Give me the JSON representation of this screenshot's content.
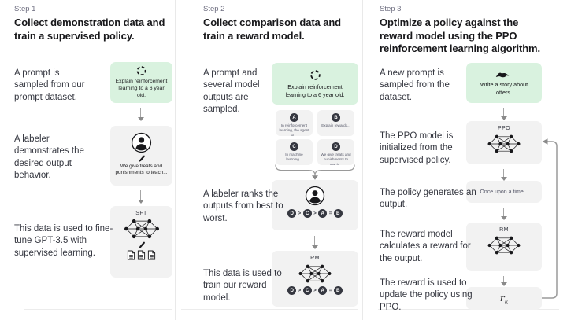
{
  "colors": {
    "background": "#ffffff",
    "green_box": "#d9f2df",
    "gray_box": "#f2f2f2",
    "heading_text": "#18181b",
    "body_text": "#353740",
    "step_text": "#6e6e80",
    "arrow": "#8a8a8a"
  },
  "col1": {
    "step": "Step 1",
    "heading": "Collect demonstration data and train a supervised policy.",
    "label_prompt": "A prompt is sampled from our prompt dataset.",
    "label_labeler": "A labeler demonstrates the desired output behavior.",
    "label_finetune": "This data is used to fine-tune GPT-3.5 with supervised learning.",
    "prompt_caption": "Explain reinforcement learning to a 6 year old.",
    "labeler_caption": "We give treats and punishments to teach...",
    "sft_label": "SFT"
  },
  "col2": {
    "step": "Step 2",
    "heading": "Collect comparison data and train a reward model.",
    "label_prompt": "A prompt and several model outputs are sampled.",
    "label_rank": "A labeler ranks the outputs from best to worst.",
    "label_train": "This data is used to train our reward model.",
    "prompt_caption": "Explain reinforcement learning to a 6 year old.",
    "outputs": [
      {
        "letter": "A",
        "text": "In reinforcement learning, the agent is..."
      },
      {
        "letter": "B",
        "text": "Explain rewards..."
      },
      {
        "letter": "C",
        "text": "In machine learning..."
      },
      {
        "letter": "D",
        "text": "We give treats and punishments to teach..."
      }
    ],
    "ranking": {
      "items": [
        "D",
        "C",
        "A",
        "B"
      ],
      "separators": [
        ">",
        ">",
        "="
      ]
    },
    "rm_label": "RM"
  },
  "col3": {
    "step": "Step 3",
    "heading": "Optimize a policy against the reward model using the PPO reinforcement learning algorithm.",
    "label_prompt": "A new prompt is sampled from the dataset.",
    "label_ppo": "The PPO model is initialized from the supervised policy.",
    "label_output": "The policy generates an output.",
    "label_reward": "The reward model calculates a reward for the output.",
    "label_update": "The reward is used to update the policy using PPO.",
    "prompt_caption": "Write a story about otters.",
    "ppo_label": "PPO",
    "output_text": "Once upon a time...",
    "rm_label": "RM",
    "reward_symbol": "r",
    "reward_subscript": "k"
  }
}
